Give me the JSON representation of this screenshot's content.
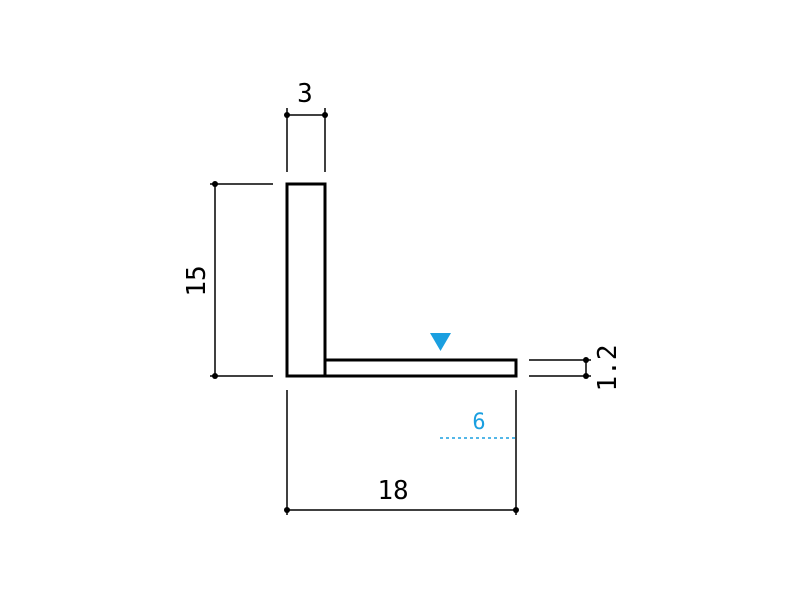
{
  "dimensions": {
    "web_thickness": "3",
    "height": "15",
    "width": "18",
    "flange_thickness": "1.2",
    "offset": "6"
  },
  "colors": {
    "line": "#000000",
    "accent": "#1a9fe0"
  },
  "icons": {
    "marker": "down-triangle-icon"
  }
}
